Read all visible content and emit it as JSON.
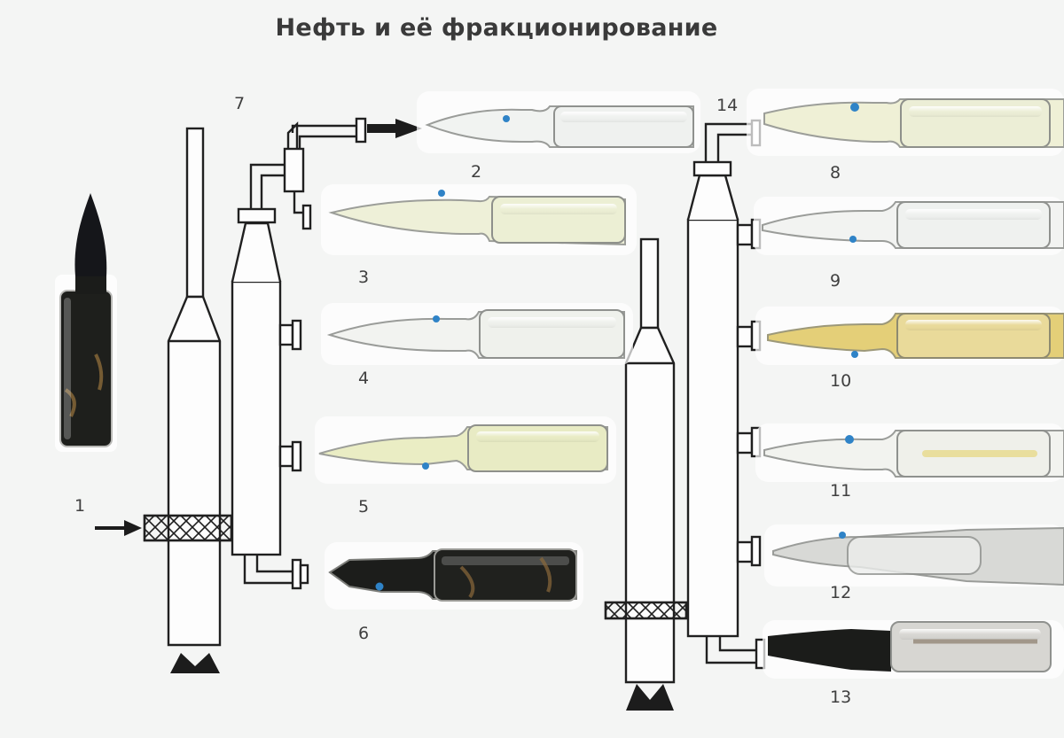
{
  "title": "Нефть и её фракционирование",
  "labels": {
    "l1": "1",
    "l2": "2",
    "l3": "3",
    "l4": "4",
    "l5": "5",
    "l6": "6",
    "l7": "7",
    "l8": "8",
    "l9": "9",
    "l10": "10",
    "l11": "11",
    "l12": "12",
    "l13": "13",
    "l14": "14"
  },
  "colors": {
    "outline": "#202020",
    "crude_oil": "#1c1d1a",
    "dark_residue": "#1a1b19",
    "pale_yellow": "#eef0c8",
    "yellow": "#e6d27a",
    "clear": "#f3f4f2",
    "marker": "#2f83c7"
  }
}
